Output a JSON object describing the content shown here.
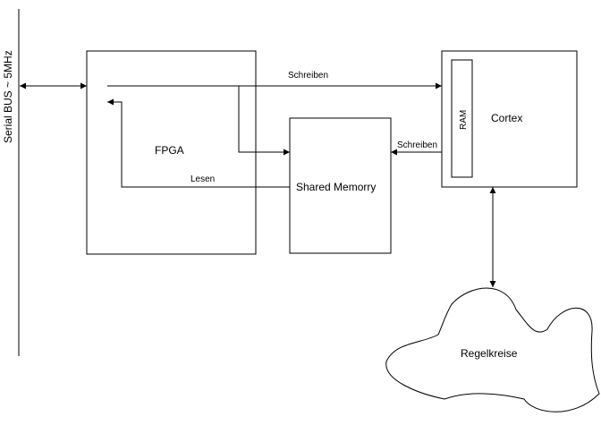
{
  "diagram": {
    "bus_label": "Serial BUS ~ 5MHz",
    "fpga_label": "FPGA",
    "shared_memory_label": "Shared Memorry",
    "cortex_label": "Cortex",
    "ram_label": "RAM",
    "regelkreise_label": "Regelkreise",
    "edge_schreiben_fpga_cortex": "Schreiben",
    "edge_schreiben_cortex_memory": "Schreiben",
    "edge_lesen_memory_fpga": "Lesen"
  }
}
